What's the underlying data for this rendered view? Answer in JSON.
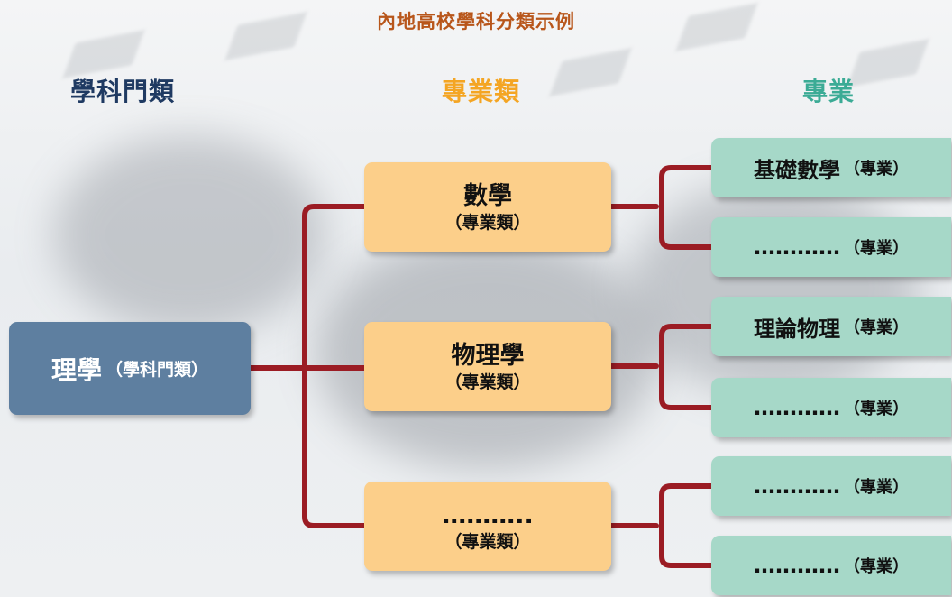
{
  "title": "內地高校學科分類示例",
  "headers": {
    "discipline": "學科門類",
    "category": "專業類",
    "major": "專業"
  },
  "root": {
    "label": "理學",
    "sub": "（學科門類）"
  },
  "categories": [
    {
      "label": "數學",
      "sub": "（專業類）"
    },
    {
      "label": "物理學",
      "sub": "（專業類）"
    },
    {
      "label": "………..",
      "sub": "（專業類）"
    }
  ],
  "majors": [
    {
      "label": "基礎數學",
      "sub": "（專業）"
    },
    {
      "label": "…………",
      "sub": "（專業）"
    },
    {
      "label": "理論物理",
      "sub": "（專業）"
    },
    {
      "label": "…………",
      "sub": "（專業）"
    },
    {
      "label": "…………",
      "sub": "（專業）"
    },
    {
      "label": "…………",
      "sub": "（專業）"
    }
  ],
  "colors": {
    "connector": "#9b1c24",
    "root": "#5e7fa0",
    "category": "#fccf8a",
    "major": "#a6d8c8",
    "title": "#b8561b"
  }
}
